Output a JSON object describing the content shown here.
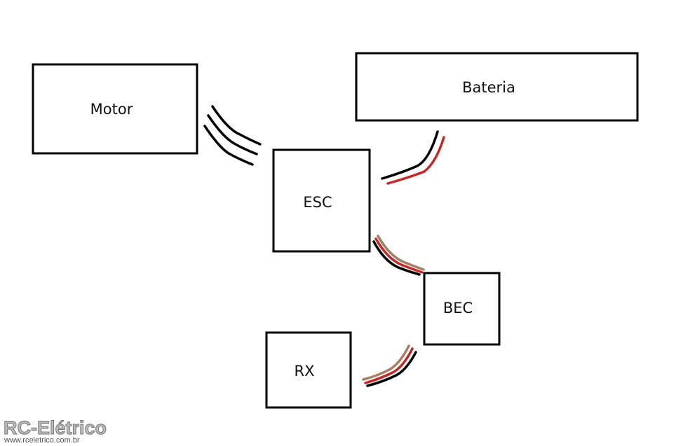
{
  "diagram": {
    "nodes": [
      {
        "id": "motor",
        "label": "Motor"
      },
      {
        "id": "bateria",
        "label": "Bateria"
      },
      {
        "id": "esc",
        "label": "ESC"
      },
      {
        "id": "bec",
        "label": "BEC"
      },
      {
        "id": "rx",
        "label": "RX"
      }
    ],
    "connections": [
      {
        "from": "motor",
        "to": "esc",
        "wires": [
          "#000000",
          "#000000",
          "#000000"
        ]
      },
      {
        "from": "bateria",
        "to": "esc",
        "wires": [
          "#000000",
          "#c62828"
        ]
      },
      {
        "from": "esc",
        "to": "bec",
        "wires": [
          "#a57f63",
          "#c62828",
          "#000000"
        ]
      },
      {
        "from": "bec",
        "to": "rx",
        "wires": [
          "#a57f63",
          "#c62828",
          "#000000"
        ]
      }
    ]
  },
  "watermark": {
    "logo_text": "RC-Elétrico",
    "url": "www.rceletrico.com.br"
  }
}
